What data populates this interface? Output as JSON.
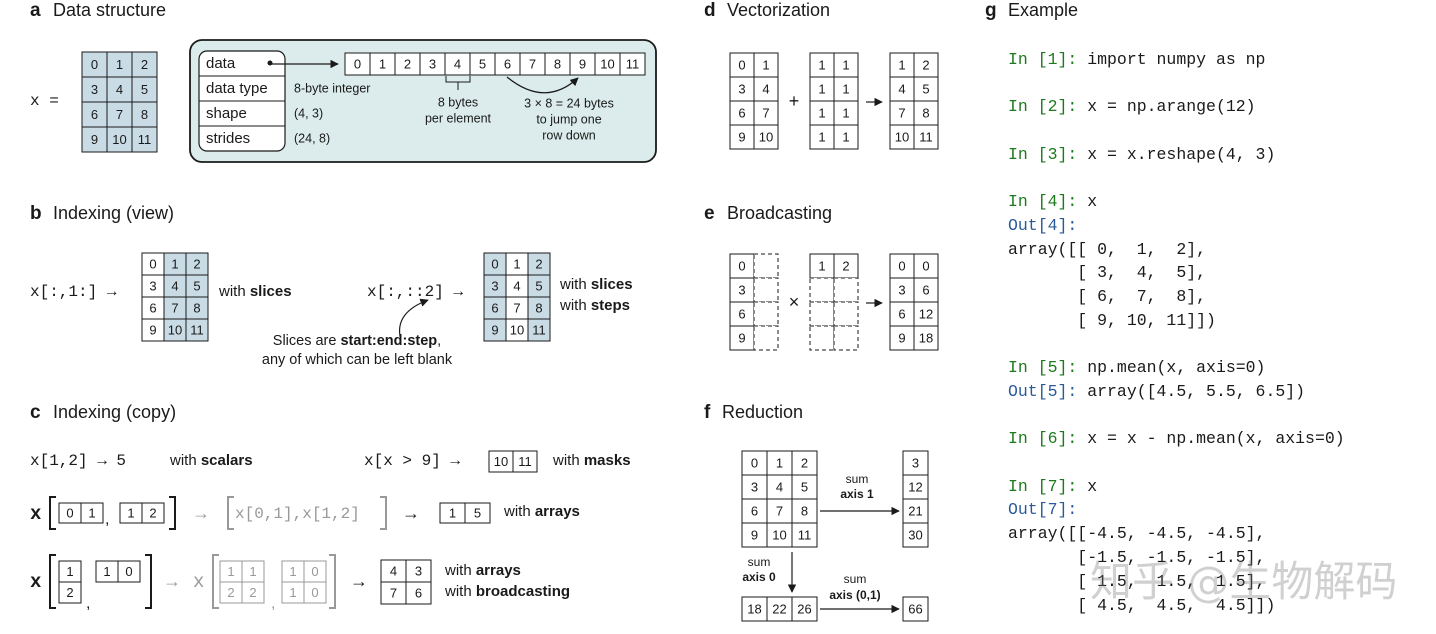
{
  "panels": {
    "a": {
      "letter": "a",
      "title": "Data structure"
    },
    "b": {
      "letter": "b",
      "title": "Indexing (view)"
    },
    "c": {
      "letter": "c",
      "title": "Indexing (copy)"
    },
    "d": {
      "letter": "d",
      "title": "Vectorization"
    },
    "e": {
      "letter": "e",
      "title": "Broadcasting"
    },
    "f": {
      "letter": "f",
      "title": "Reduction"
    },
    "g": {
      "letter": "g",
      "title": "Example"
    }
  },
  "a": {
    "x_label": "x  =",
    "grid": [
      [
        "0",
        "1",
        "2"
      ],
      [
        "3",
        "4",
        "5"
      ],
      [
        "6",
        "7",
        "8"
      ],
      [
        "9",
        "10",
        "11"
      ]
    ],
    "fields": [
      "data",
      "data type",
      "shape",
      "strides"
    ],
    "values": [
      "8-byte integer",
      "(4, 3)",
      "(24, 8)"
    ],
    "memory": [
      "0",
      "1",
      "2",
      "3",
      "4",
      "5",
      "6",
      "7",
      "8",
      "9",
      "10",
      "11"
    ],
    "bytes_note": [
      "8 bytes",
      "per element"
    ],
    "jump_note": [
      "3 × 8 = 24 bytes",
      "to jump one",
      "row down"
    ]
  },
  "b": {
    "expr1": "x[:,1:] →",
    "with1_pre": "with ",
    "with1_bold": "slices",
    "expr2": "x[:,::2] →",
    "with2a_pre": "with ",
    "with2a_bold": "slices",
    "with2b_pre": "with ",
    "with2b_bold": "steps",
    "note_pre": "Slices are ",
    "note_bold": "start:end:step",
    "note_post": ",",
    "note_line2": "any of which can be left blank",
    "grid": [
      [
        "0",
        "1",
        "2"
      ],
      [
        "3",
        "4",
        "5"
      ],
      [
        "6",
        "7",
        "8"
      ],
      [
        "9",
        "10",
        "11"
      ]
    ]
  },
  "c": {
    "row1_expr": "x[1,2] → 5",
    "row1_pre": "with ",
    "row1_bold": "scalars",
    "row1b_expr": "x[x > 9] →",
    "mask_result": [
      "10",
      "11"
    ],
    "row1b_pre": "with ",
    "row1b_bold": "masks",
    "row2_idx1": [
      "0",
      "1"
    ],
    "row2_idx2": [
      "1",
      "2"
    ],
    "row2_equiv": "x[0,1],x[1,2]",
    "row2_result": [
      "1",
      "5"
    ],
    "row2_pre": "with ",
    "row2_bold": "arrays",
    "row3_col": [
      "1",
      "2"
    ],
    "row3_row": [
      "1",
      "0"
    ],
    "row3_b1": [
      [
        "1",
        "1"
      ],
      [
        "2",
        "2"
      ]
    ],
    "row3_b2": [
      [
        "1",
        "0"
      ],
      [
        "1",
        "0"
      ]
    ],
    "row3_result": [
      [
        "4",
        "3"
      ],
      [
        "7",
        "6"
      ]
    ],
    "row3a_pre": "with ",
    "row3a_bold": "arrays",
    "row3b_pre": "with ",
    "row3b_bold": "broadcasting"
  },
  "d": {
    "m1": [
      [
        "0",
        "1"
      ],
      [
        "3",
        "4"
      ],
      [
        "6",
        "7"
      ],
      [
        "9",
        "10"
      ]
    ],
    "m2": [
      [
        "1",
        "1"
      ],
      [
        "1",
        "1"
      ],
      [
        "1",
        "1"
      ],
      [
        "1",
        "1"
      ]
    ],
    "m3": [
      [
        "1",
        "2"
      ],
      [
        "4",
        "5"
      ],
      [
        "7",
        "8"
      ],
      [
        "10",
        "11"
      ]
    ],
    "op": "+"
  },
  "e": {
    "m1": [
      "0",
      "3",
      "6",
      "9"
    ],
    "m2": [
      "1",
      "2"
    ],
    "m3": [
      [
        "0",
        "0"
      ],
      [
        "3",
        "6"
      ],
      [
        "6",
        "12"
      ],
      [
        "9",
        "18"
      ]
    ],
    "op": "×"
  },
  "f": {
    "grid": [
      [
        "0",
        "1",
        "2"
      ],
      [
        "3",
        "4",
        "5"
      ],
      [
        "6",
        "7",
        "8"
      ],
      [
        "9",
        "10",
        "11"
      ]
    ],
    "sum_axis1": [
      "3",
      "12",
      "21",
      "30"
    ],
    "sum_axis0": [
      "18",
      "22",
      "26"
    ],
    "total": "66",
    "label_sum": "sum",
    "label_axis1": "axis 1",
    "label_axis0": "axis 0",
    "label_axis01": "axis (0,1)"
  },
  "g": {
    "lines": [
      {
        "prompt": "In [1]: ",
        "kind": "in",
        "code": "import numpy as np"
      },
      {
        "prompt": "",
        "kind": "blank",
        "code": ""
      },
      {
        "prompt": "In [2]: ",
        "kind": "in",
        "code": "x = np.arange(12)"
      },
      {
        "prompt": "",
        "kind": "blank",
        "code": ""
      },
      {
        "prompt": "In [3]: ",
        "kind": "in",
        "code": "x = x.reshape(4, 3)"
      },
      {
        "prompt": "",
        "kind": "blank",
        "code": ""
      },
      {
        "prompt": "In [4]: ",
        "kind": "in",
        "code": "x"
      },
      {
        "prompt": "Out[4]:",
        "kind": "out",
        "code": ""
      },
      {
        "prompt": "",
        "kind": "text",
        "code": "array([[ 0,  1,  2],"
      },
      {
        "prompt": "",
        "kind": "text",
        "code": "       [ 3,  4,  5],"
      },
      {
        "prompt": "",
        "kind": "text",
        "code": "       [ 6,  7,  8],"
      },
      {
        "prompt": "",
        "kind": "text",
        "code": "       [ 9, 10, 11]])"
      },
      {
        "prompt": "",
        "kind": "blank",
        "code": ""
      },
      {
        "prompt": "In [5]: ",
        "kind": "in",
        "code": "np.mean(x, axis=0)"
      },
      {
        "prompt": "Out[5]: ",
        "kind": "out",
        "code": "array([4.5, 5.5, 6.5])"
      },
      {
        "prompt": "",
        "kind": "blank",
        "code": ""
      },
      {
        "prompt": "In [6]: ",
        "kind": "in",
        "code": "x = x - np.mean(x, axis=0)"
      },
      {
        "prompt": "",
        "kind": "blank",
        "code": ""
      },
      {
        "prompt": "In [7]: ",
        "kind": "in",
        "code": "x"
      },
      {
        "prompt": "Out[7]:",
        "kind": "out",
        "code": ""
      },
      {
        "prompt": "",
        "kind": "text",
        "code": "array([[-4.5, -4.5, -4.5],"
      },
      {
        "prompt": "",
        "kind": "text",
        "code": "       [-1.5, -1.5, -1.5],"
      },
      {
        "prompt": "",
        "kind": "text",
        "code": "       [ 1.5,  1.5,  1.5],"
      },
      {
        "prompt": "",
        "kind": "text",
        "code": "       [ 4.5,  4.5,  4.5]])"
      }
    ]
  },
  "watermark": "知乎 @生物解码",
  "colors": {
    "highlight": "#c9dce6",
    "box_fill": "#dcecec",
    "gray": "#999999",
    "in_prompt": "#1d7a1d",
    "out_prompt": "#2a5a9a"
  }
}
